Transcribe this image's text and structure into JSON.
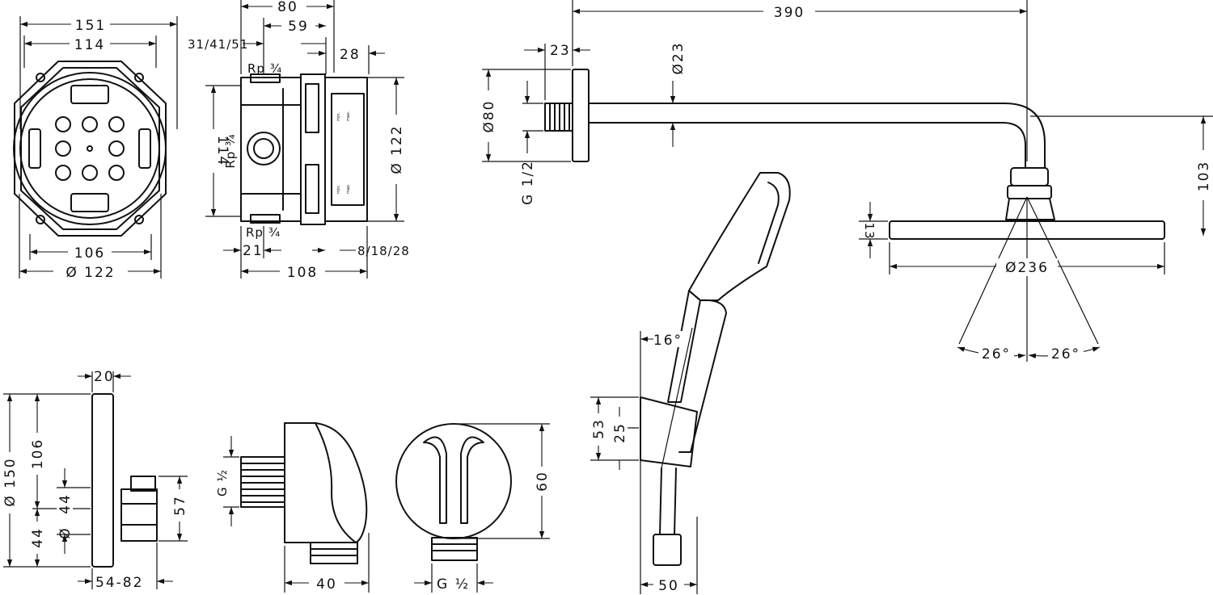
{
  "box_top": {
    "d151": "151",
    "d114": "114",
    "d106": "106",
    "d122": "Ø 122"
  },
  "box_side": {
    "d80": "80",
    "d59": "59",
    "d314151": "31/41/51",
    "d28": "28",
    "rp_top": "Rp ¾",
    "d114": "114",
    "rp_mid": "Rp ¾",
    "d122": "Ø 122",
    "rp_bot": "Rp ¾",
    "d21": "21",
    "d81828": "8/18/28",
    "d108": "108",
    "label_min": "min.",
    "label_max": "max."
  },
  "arm": {
    "d390": "390",
    "d23": "23",
    "d23dia": "Ø23",
    "d80dia": "Ø80",
    "g12": "G 1/2",
    "d103": "103"
  },
  "head": {
    "d13": "13",
    "d236": "Ø236",
    "a26l": "26°",
    "a26r": "26°"
  },
  "hand": {
    "a16": "16°",
    "d53": "53",
    "d25": "25",
    "d50": "50"
  },
  "plate": {
    "d20": "20",
    "d150": "Ø 150",
    "d106": "106",
    "d44a": "44",
    "d44b": "44",
    "dia": "Ø",
    "g12": "G ½",
    "d57": "57",
    "d5482": "54-82"
  },
  "outlet": {
    "d40": "40",
    "d60": "60",
    "g12": "G ½"
  }
}
